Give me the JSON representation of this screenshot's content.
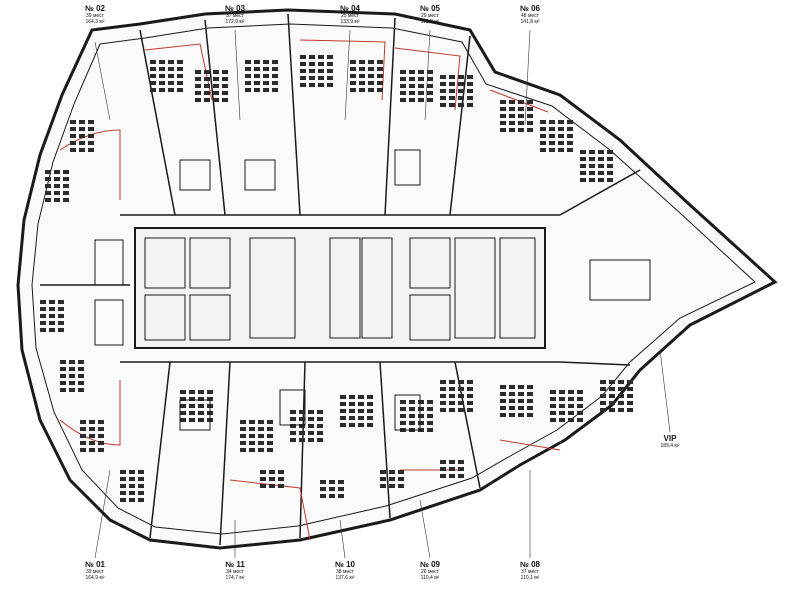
{
  "offices": [
    {
      "id": "no-01",
      "number": "№ 01",
      "seats": "39 мест",
      "area": "164,9 м²"
    },
    {
      "id": "no-02",
      "number": "№ 02",
      "seats": "39 мест",
      "area": "164,3 м²"
    },
    {
      "id": "no-03",
      "number": "№ 03",
      "seats": "37 мест",
      "area": "172,0 м²"
    },
    {
      "id": "no-04",
      "number": "№ 04",
      "seats": "25 мест",
      "area": "133,9 м²"
    },
    {
      "id": "no-05",
      "number": "№ 05",
      "seats": "29 мест",
      "area": "112,8 м²"
    },
    {
      "id": "no-06",
      "number": "№ 06",
      "seats": "48 мест",
      "area": "141,8 м²"
    },
    {
      "id": "no-vip",
      "number": "VIP",
      "seats": "",
      "area": "189,4 м²"
    },
    {
      "id": "no-08",
      "number": "№ 08",
      "seats": "37 мест",
      "area": "110,1 м²"
    },
    {
      "id": "no-09",
      "number": "№ 09",
      "seats": "26 мест",
      "area": "110,4 м²"
    },
    {
      "id": "no-10",
      "number": "№ 10",
      "seats": "38 мест",
      "area": "137,6 м²"
    },
    {
      "id": "no-11",
      "number": "№ 11",
      "seats": "34 мест",
      "area": "174,7 м²"
    }
  ],
  "colors": {
    "wall": "#1a1a1a",
    "partition": "#c0392b",
    "furniture": "#2b2b2b",
    "background": "#ffffff"
  }
}
